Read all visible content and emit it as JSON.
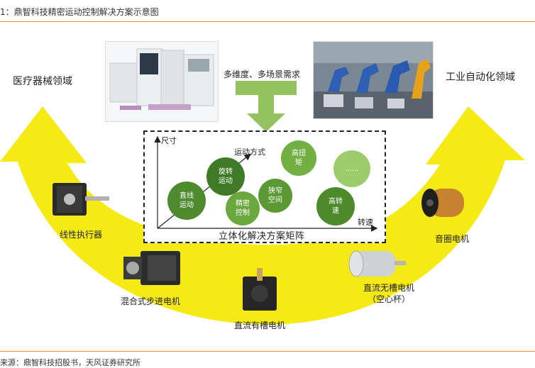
{
  "title": "1：鼎智科技精密运动控制解决方案示意图",
  "source": "来源：鼎智科技招股书，天风证券研究所",
  "domains": {
    "left": "医疗器械领域",
    "right": "工业自动化领域"
  },
  "need_label": "多维度、多场景需求",
  "matrix": {
    "y_axis": "尺寸",
    "x_axis": "转速",
    "diag_label": "运动方式",
    "title": "立体化解决方案矩阵",
    "bubbles": [
      {
        "text": "直线\n运动",
        "color": "#4f8a2f"
      },
      {
        "text": "旋转\n运动",
        "color": "#3f7a26"
      },
      {
        "text": "精密\n控制",
        "color": "#6aa83e"
      },
      {
        "text": "狭窄\n空间",
        "color": "#5a9934"
      },
      {
        "text": "高扭\n矩",
        "color": "#72b043"
      },
      {
        "text": "……",
        "color": "#9ccc6b"
      },
      {
        "text": "高转\n速",
        "color": "#4c8a2c"
      }
    ]
  },
  "products": [
    {
      "name": "线性执行器"
    },
    {
      "name": "混合式步进电机"
    },
    {
      "name": "直流有槽电机"
    },
    {
      "name": "直流无槽电机\n（空心杯）"
    },
    {
      "name": "音圈电机"
    }
  ],
  "colors": {
    "arc": "#f5ea13",
    "accent_rule": "#f08a2e",
    "down_arrow": "#93c25f"
  }
}
